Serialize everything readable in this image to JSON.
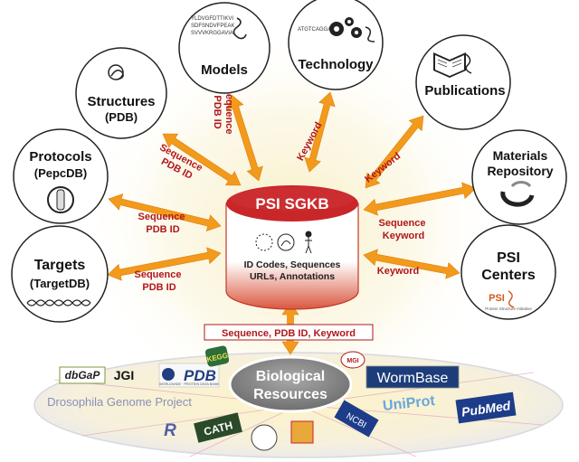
{
  "hub": {
    "title": "PSI SGKB",
    "contents_line1": "ID Codes, Sequences",
    "contents_line2": "URLs, Annotations"
  },
  "nodes": {
    "models": {
      "title": "Models",
      "seq_lines": [
        "YLDVGFDTTIKVI",
        "SDFSNDVFPEAK",
        "SVVVKRGGAVIA"
      ]
    },
    "technology": {
      "title": "Technology",
      "seq_text": "ATGTCAGGAC"
    },
    "structures": {
      "title_line1": "Structures",
      "title_line2": "(PDB)"
    },
    "publications": {
      "title": "Publications"
    },
    "protocols": {
      "title_line1": "Protocols",
      "title_line2": "(PepcDB)"
    },
    "materials": {
      "title_line1": "Materials",
      "title_line2": "Repository"
    },
    "targets": {
      "title_line1": "Targets",
      "title_line2": "(TargetDB)"
    },
    "centers": {
      "title_line1": "PSI",
      "title_line2": "Centers",
      "logo_text": "PSI",
      "logo_caption": "Protein Structure Initiative"
    }
  },
  "edges": {
    "models": [
      "Sequence",
      "PDB ID"
    ],
    "technology": [
      "Keyword"
    ],
    "publications": [
      "Keyword"
    ],
    "structures": [
      "Sequence",
      "PDB ID"
    ],
    "protocols": [
      "Sequence",
      "PDB ID"
    ],
    "centers_upper": [
      "Sequence",
      "Keyword"
    ],
    "targets": [
      "Sequence",
      "PDB ID"
    ],
    "centers_lower": [
      "Keyword"
    ],
    "bottom": "Sequence, PDB ID, Keyword"
  },
  "resources": {
    "title_line1": "Biological",
    "title_line2": "Resources",
    "logos": {
      "dbgap": "dbGaP",
      "jgi": "JGI",
      "pdb": "PDB",
      "pdb_small": "WORLDWIDE · PROTEIN DATA BANK",
      "kegg": "KEGG",
      "mgi": "MGI",
      "wormbase": "WormBase",
      "drosophila": "Drosophila Genome Project",
      "uniprot": "UniProt",
      "pubmed": "PubMed",
      "r": "R",
      "cath": "CATH",
      "ncbi": "NCBI"
    }
  },
  "colors": {
    "arrow": "#f29a1c",
    "label": "#b0171b",
    "hub_top": "#c9262a",
    "center_gray": "#8a8a8a"
  }
}
